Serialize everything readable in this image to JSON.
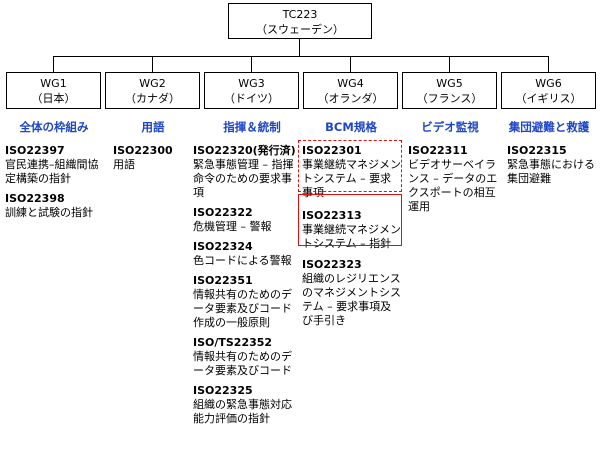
{
  "root": {
    "code": "TC223",
    "country": "（スウェーデン）"
  },
  "groups": [
    {
      "code": "WG1",
      "country": "（日本）",
      "heading": "全体の枠組み",
      "items": [
        {
          "code": "ISO22397",
          "title": "官民連携–組織間協定構築の指針"
        },
        {
          "code": "ISO22398",
          "title": "訓練と試験の指針"
        }
      ]
    },
    {
      "code": "WG2",
      "country": "（カナダ）",
      "heading": "用語",
      "items": [
        {
          "code": "ISO22300",
          "title": "用語"
        }
      ]
    },
    {
      "code": "WG3",
      "country": "（ドイツ）",
      "heading": "指揮＆統制",
      "items": [
        {
          "code": "ISO22320(発行済)",
          "title": "緊急事態管理 – 指揮命令のための要求事項"
        },
        {
          "code": "ISO22322",
          "title": "危機管理 – 警報"
        },
        {
          "code": "ISO22324",
          "title": "色コードによる警報"
        },
        {
          "code": "ISO22351",
          "title": "情報共有のためのデータ要素及びコード作成の一般原則"
        },
        {
          "code": "ISO/TS22352",
          "title": "情報共有のためのデータ要素及びコード"
        },
        {
          "code": "ISO22325",
          "title": "組織の緊急事態対応能力評価の指針"
        }
      ]
    },
    {
      "code": "WG4",
      "country": "（オランダ）",
      "heading": "BCM規格",
      "items": [
        {
          "code": "ISO22301",
          "title": "事業継続マネジメントシステム – 要求事項"
        },
        {
          "code": "ISO22313",
          "title": "事業継続マネジメントシステム – 指針"
        },
        {
          "code": "ISO22323",
          "title": "組織のレジリエンスのマネジメントシステム – 要求事項及び手引き"
        }
      ]
    },
    {
      "code": "WG5",
      "country": "（フランス）",
      "heading": "ビデオ監視",
      "items": [
        {
          "code": "ISO22311",
          "title": "ビデオサーベイランス – データのエクスポートの相互運用"
        }
      ]
    },
    {
      "code": "WG6",
      "country": "（イギリス）",
      "heading": "集団避難と救護",
      "items": [
        {
          "code": "ISO22315",
          "title": "緊急事態における集団避難"
        }
      ]
    }
  ],
  "colors": {
    "heading": "#1e46c8",
    "highlight": "#e01010"
  }
}
